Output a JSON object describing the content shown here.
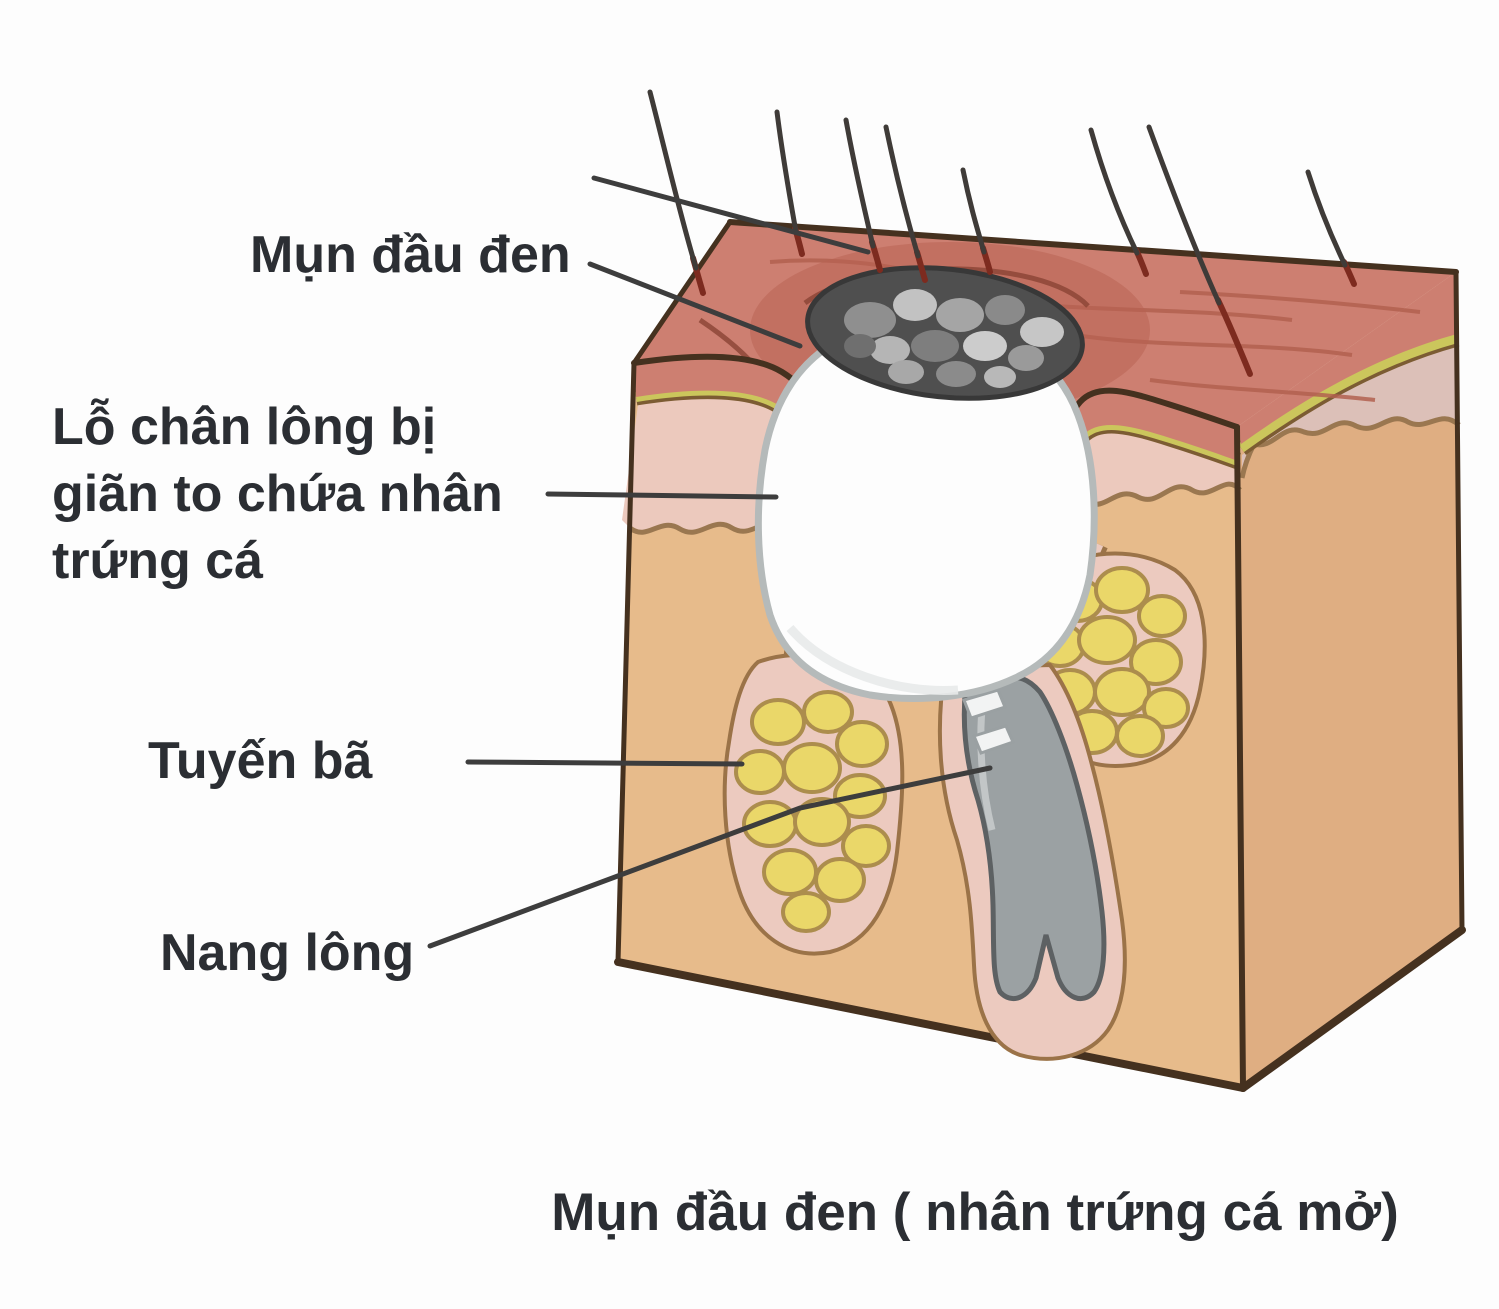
{
  "labels": {
    "blackhead": {
      "text": "Mụn đầu đen"
    },
    "pore": {
      "lines": [
        "Lỗ chân lông bị",
        "giãn to chứa nhân",
        "trứng cá"
      ]
    },
    "sebaceous": {
      "text": "Tuyến bã"
    },
    "follicle": {
      "text": "Nang lông"
    },
    "caption": {
      "text": "Mụn đầu đen ( nhân trứng cá mở)"
    }
  },
  "colors": {
    "background": "#fdfdfd",
    "text": "#2b2e33",
    "leader_line": "#3d3d3d",
    "epidermis_surface": "#cd7f71",
    "epidermis_wrinkle": "#b2604f",
    "basal_layer_yellow": "#cbc65c",
    "dermis_pink": "#ecc9bd",
    "dermis_pink_side": "#dcc0b8",
    "subcutis_front": "#e7bb8b",
    "subcutis_side": "#dfae82",
    "outline_brown": "#54382c",
    "pore_white": "#fdfdfd",
    "pore_outline": "#b5baba",
    "blackhead_dark": "#4f4f4f",
    "crater_shadow": "#b86252",
    "follicle_gray": "#9ba1a3",
    "sheath_pink": "#eccabf",
    "gland_yellow": "#ead769",
    "hair": "#3f3b38",
    "hair_root": "#7d2b1f"
  }
}
